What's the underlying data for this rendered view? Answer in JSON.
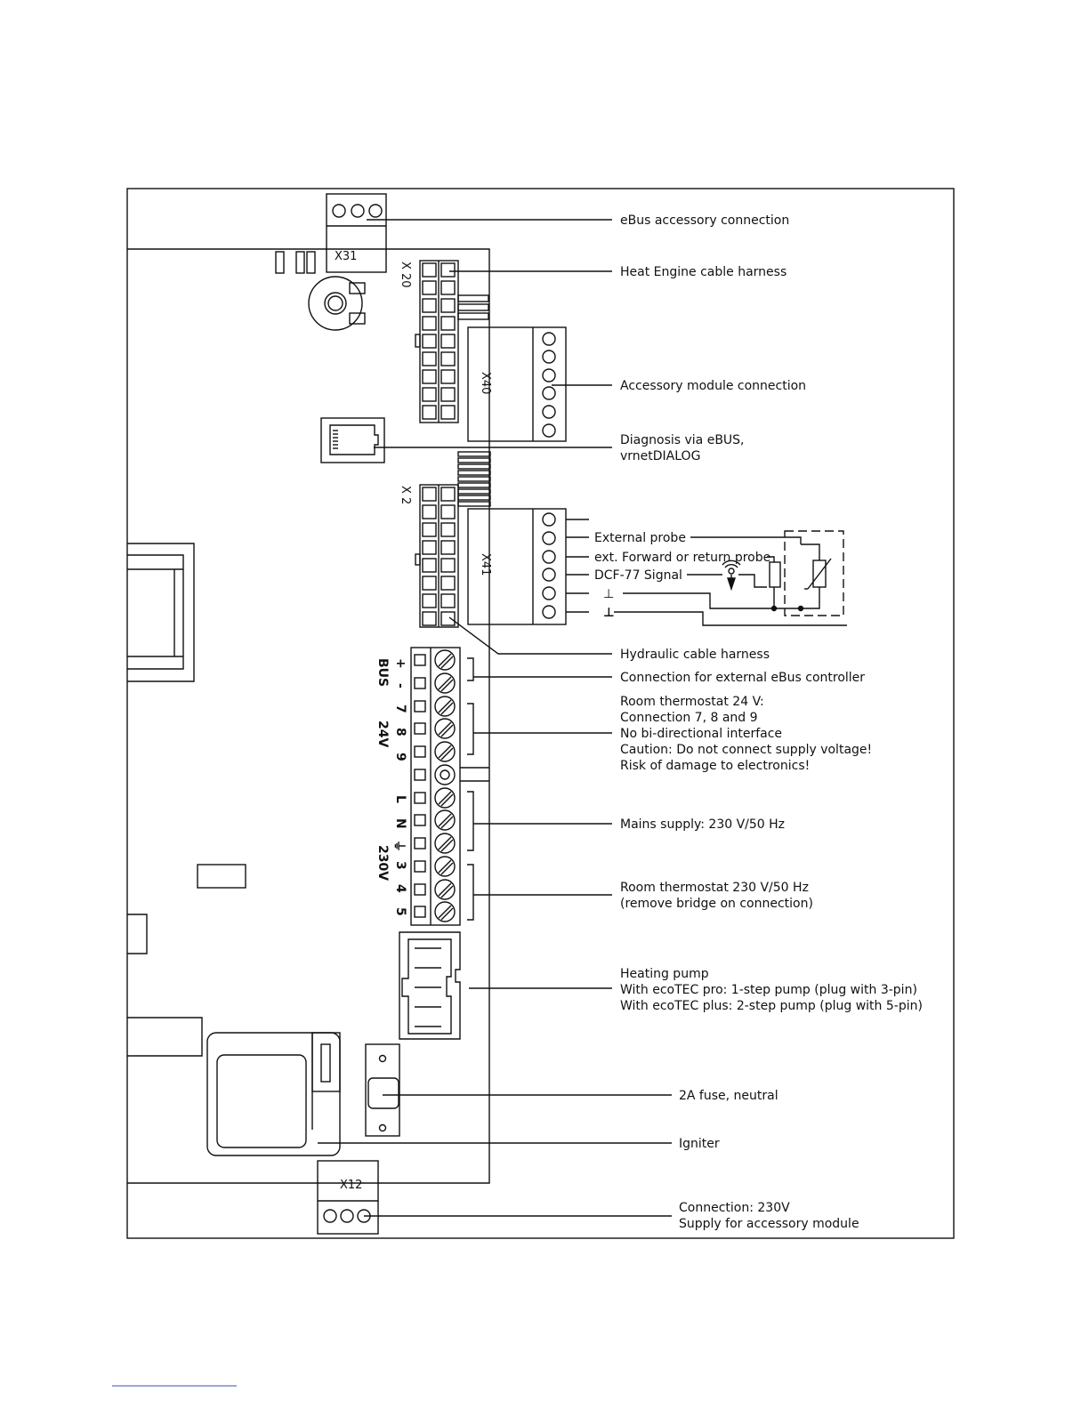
{
  "connectors": {
    "x31": "X31",
    "x20": "X 20",
    "x40": "X40",
    "x2": "X 2",
    "x41": "X41",
    "x12": "X12"
  },
  "terminals": {
    "plus": "+",
    "minus": "-",
    "bus": "BUS",
    "t7": "7",
    "t8": "8",
    "t9": "9",
    "v24": "24V",
    "tL": "L",
    "tN": "N",
    "earth": "⏚",
    "v230": "230V",
    "t3": "3",
    "t4": "4",
    "t5": "5"
  },
  "x41_signals": {
    "external_probe": "External probe",
    "forward_return": "ext. Forward or return probe",
    "dcf": "DCF-77 Signal",
    "ground1": "⊥",
    "ground2": "⊥"
  },
  "labels": {
    "ebus_accessory": "eBus accessory connection",
    "heat_engine": "Heat Engine cable harness",
    "accessory_module": "Accessory module connection",
    "diagnosis_1": "Diagnosis via eBUS,",
    "diagnosis_2": "vrnetDIALOG",
    "hydraulic": "Hydraulic cable harness",
    "ext_ebus_controller": "Connection for external eBus controller",
    "room_thermo24_1": "Room thermostat 24 V:",
    "room_thermo24_2": "Connection 7, 8 and 9",
    "room_thermo24_3": "No bi-directional interface",
    "room_thermo24_4": "Caution: Do not connect supply voltage!",
    "room_thermo24_5": "Risk of damage to electronics!",
    "mains": "Mains supply: 230 V/50 Hz",
    "room_thermo230_1": "Room thermostat 230 V/50 Hz",
    "room_thermo230_2": "(remove bridge on connection)",
    "pump_1": "Heating pump",
    "pump_2": "With ecoTEC pro: 1-step pump (plug with 3-pin)",
    "pump_3": "With ecoTEC plus: 2-step pump (plug with 5-pin)",
    "fuse": "2A fuse, neutral",
    "igniter": "Igniter",
    "conn230_1": "Connection: 230V",
    "conn230_2": "Supply for accessory module"
  }
}
